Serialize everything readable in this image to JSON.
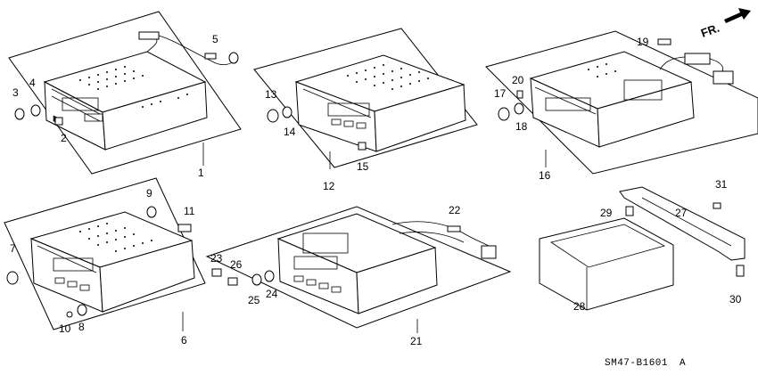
{
  "labels": {
    "p1": "1",
    "p2": "2",
    "p3": "3",
    "p4": "4",
    "p5": "5",
    "p6": "6",
    "p7": "7",
    "p8": "8",
    "p9": "9",
    "p10": "10",
    "p11": "11",
    "p12": "12",
    "p13": "13",
    "p14": "14",
    "p15": "15",
    "p16": "16",
    "p17": "17",
    "p18": "18",
    "p19": "19",
    "p20": "20",
    "p21": "21",
    "p22": "22",
    "p23": "23",
    "p24": "24",
    "p25": "25",
    "p26": "26",
    "p27": "27",
    "p28": "28",
    "p29": "29",
    "p30": "30",
    "p31": "31"
  },
  "direction_label": "FR.",
  "diagram_code": "SM47-B1601",
  "diagram_code_suffix": "A"
}
